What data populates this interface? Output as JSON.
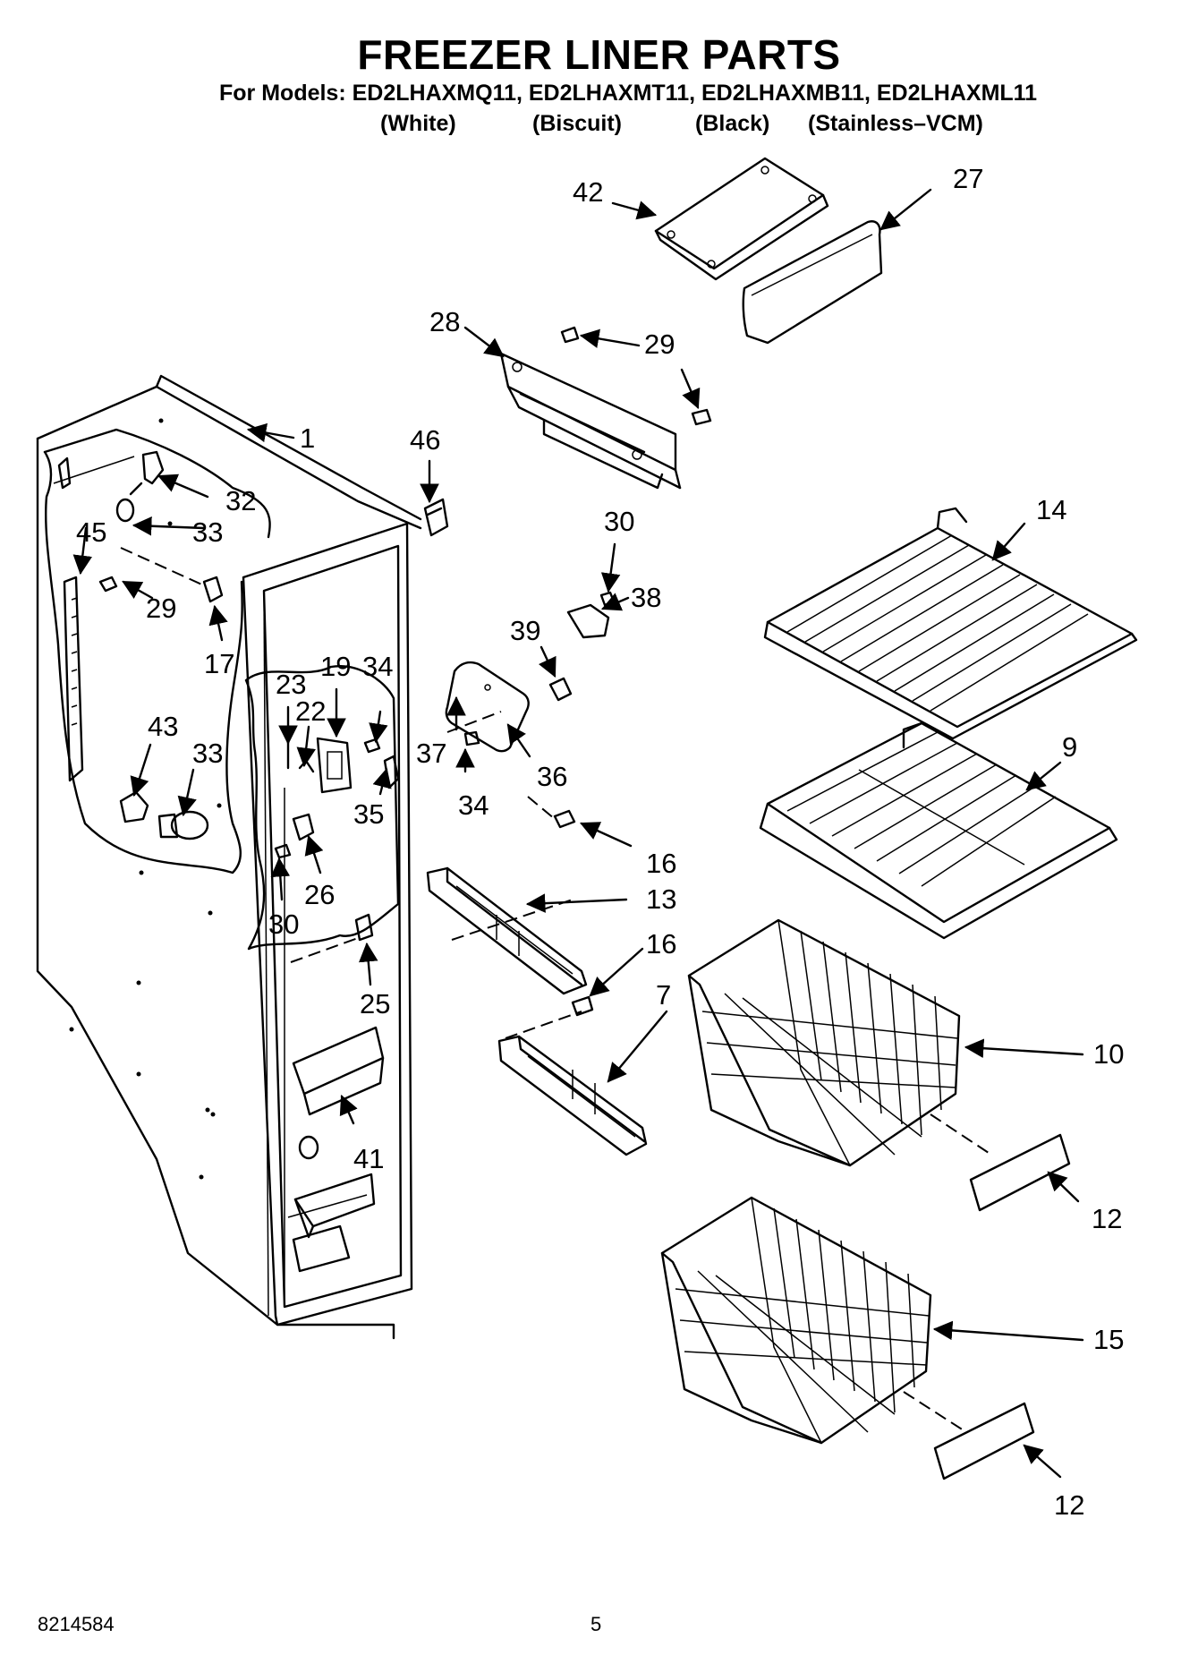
{
  "header": {
    "title": "FREEZER LINER PARTS",
    "models": "For Models: ED2LHAXMQ11, ED2LHAXMT11, ED2LHAXMB11, ED2LHAXML11",
    "variants": [
      "(White)",
      "(Biscuit)",
      "(Black)",
      "(Stainless–VCM)"
    ]
  },
  "callouts": [
    "1",
    "32",
    "33",
    "45",
    "29",
    "17",
    "43",
    "33",
    "23",
    "19",
    "34",
    "22",
    "35",
    "26",
    "30",
    "25",
    "41",
    "46",
    "28",
    "29",
    "42",
    "27",
    "30",
    "38",
    "39",
    "37",
    "36",
    "34",
    "16",
    "13",
    "16",
    "7",
    "14",
    "9",
    "10",
    "12",
    "15",
    "12"
  ],
  "footer": {
    "doc_number": "8214584",
    "page_number": "5"
  }
}
